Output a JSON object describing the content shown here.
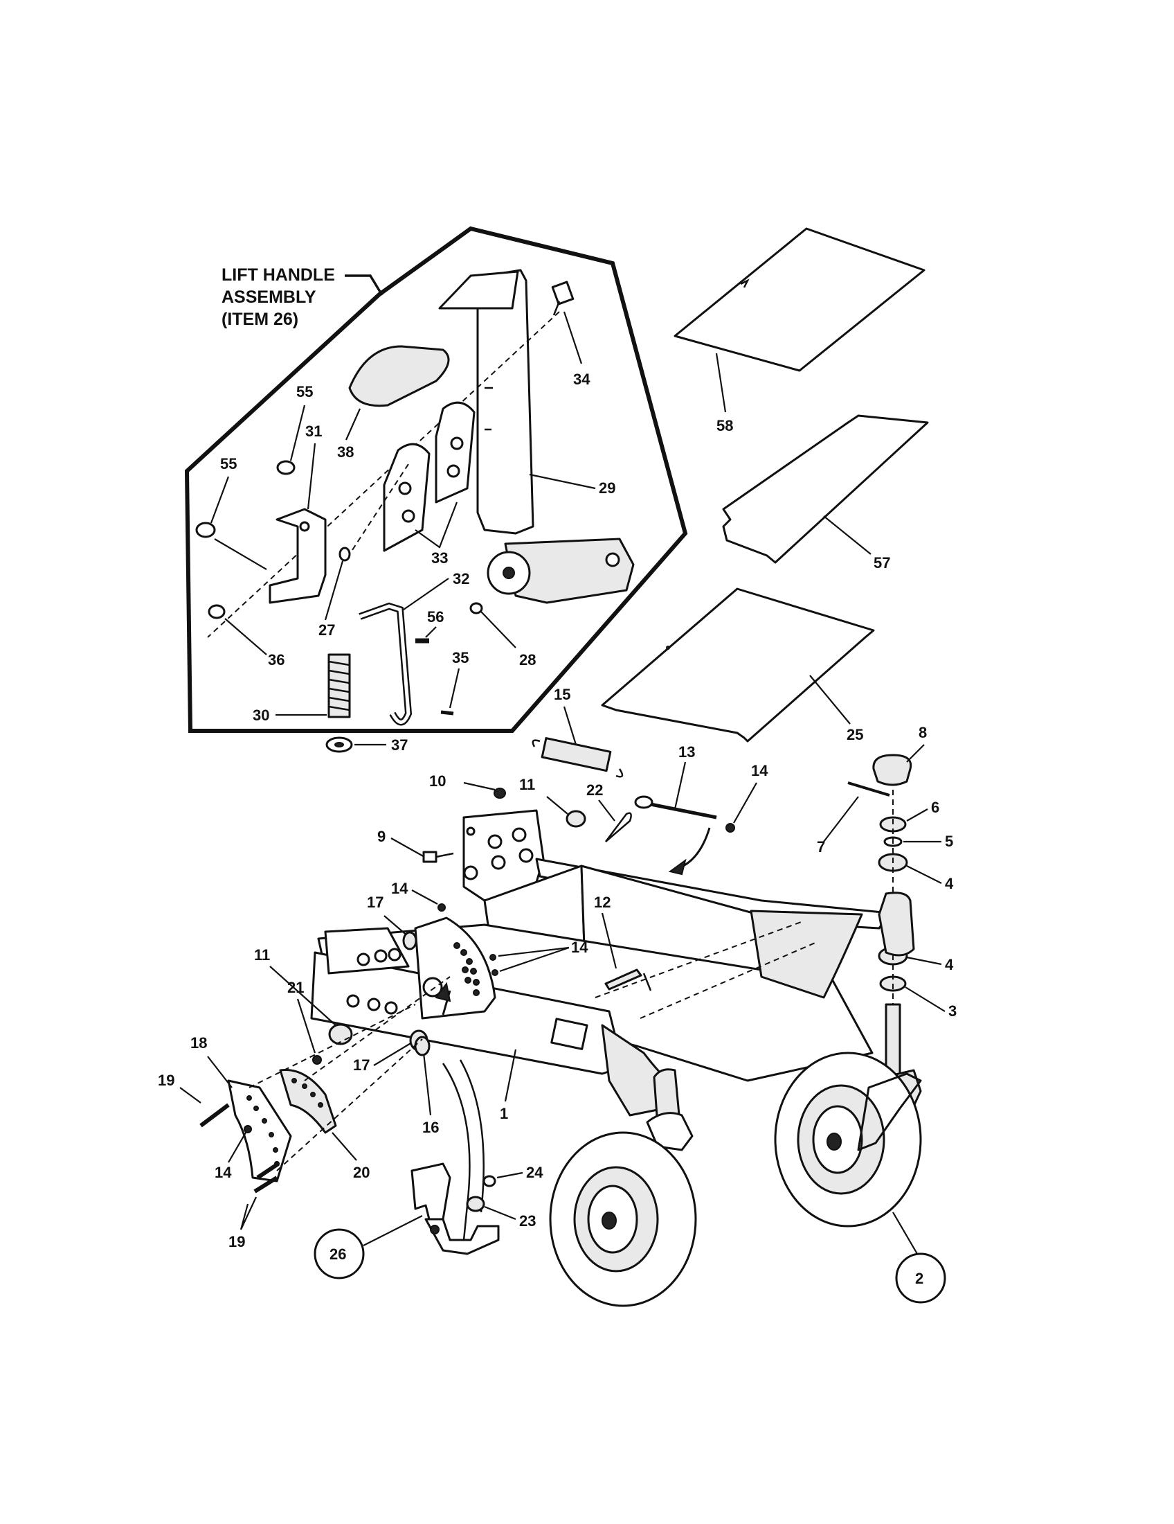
{
  "assembly_label": {
    "lines": [
      "LIFT HANDLE",
      "ASSEMBLY",
      "(ITEM 26)"
    ]
  },
  "callouts": [
    {
      "id": "c1",
      "text": "1"
    },
    {
      "id": "c3",
      "text": "3"
    },
    {
      "id": "c4a",
      "text": "4"
    },
    {
      "id": "c4b",
      "text": "4"
    },
    {
      "id": "c5",
      "text": "5"
    },
    {
      "id": "c6",
      "text": "6"
    },
    {
      "id": "c7",
      "text": "7"
    },
    {
      "id": "c8",
      "text": "8"
    },
    {
      "id": "c9",
      "text": "9"
    },
    {
      "id": "c10",
      "text": "10"
    },
    {
      "id": "c11a",
      "text": "11"
    },
    {
      "id": "c11b",
      "text": "11"
    },
    {
      "id": "c12",
      "text": "12"
    },
    {
      "id": "c13",
      "text": "13"
    },
    {
      "id": "c14a",
      "text": "14"
    },
    {
      "id": "c14b",
      "text": "14"
    },
    {
      "id": "c14c",
      "text": "14"
    },
    {
      "id": "c14d",
      "text": "14"
    },
    {
      "id": "c15",
      "text": "15"
    },
    {
      "id": "c16",
      "text": "16"
    },
    {
      "id": "c17a",
      "text": "17"
    },
    {
      "id": "c17b",
      "text": "17"
    },
    {
      "id": "c18",
      "text": "18"
    },
    {
      "id": "c19a",
      "text": "19"
    },
    {
      "id": "c19b",
      "text": "19"
    },
    {
      "id": "c20",
      "text": "20"
    },
    {
      "id": "c21",
      "text": "21"
    },
    {
      "id": "c22",
      "text": "22"
    },
    {
      "id": "c23",
      "text": "23"
    },
    {
      "id": "c24",
      "text": "24"
    },
    {
      "id": "c25",
      "text": "25"
    },
    {
      "id": "c27",
      "text": "27"
    },
    {
      "id": "c28",
      "text": "28"
    },
    {
      "id": "c29",
      "text": "29"
    },
    {
      "id": "c30",
      "text": "30"
    },
    {
      "id": "c31",
      "text": "31"
    },
    {
      "id": "c32",
      "text": "32"
    },
    {
      "id": "c33",
      "text": "33"
    },
    {
      "id": "c34",
      "text": "34"
    },
    {
      "id": "c35",
      "text": "35"
    },
    {
      "id": "c36",
      "text": "36"
    },
    {
      "id": "c37",
      "text": "37"
    },
    {
      "id": "c38",
      "text": "38"
    },
    {
      "id": "c55a",
      "text": "55"
    },
    {
      "id": "c55b",
      "text": "55"
    },
    {
      "id": "c56",
      "text": "56"
    },
    {
      "id": "c57",
      "text": "57"
    },
    {
      "id": "c58",
      "text": "58"
    }
  ],
  "circled_callouts": [
    {
      "id": "k26",
      "text": "26"
    },
    {
      "id": "k2",
      "text": "2"
    }
  ]
}
